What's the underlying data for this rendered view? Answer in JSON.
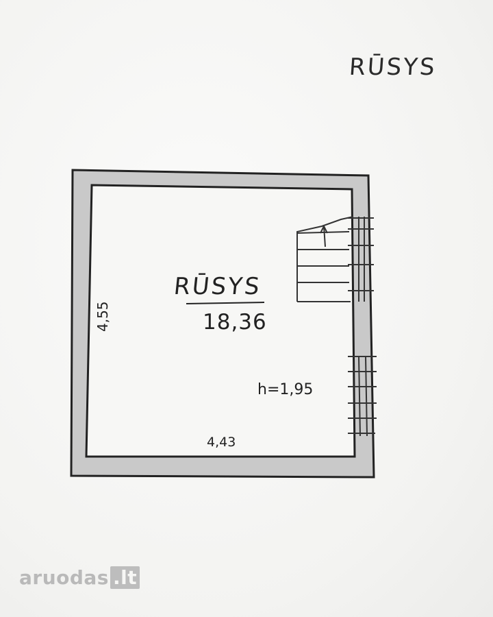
{
  "plan": {
    "title": "RŪSYS",
    "room_name": "RŪSYS",
    "room_area": "18,36",
    "height_label": "h=1,95",
    "dim_width": "4,43",
    "dim_length": "4,55"
  },
  "watermark": {
    "text": "aruodas",
    "suffix": ".lt"
  },
  "colors": {
    "wall_fill": "#c8c8c8",
    "line": "#222222",
    "paper": "#f7f7f5"
  }
}
